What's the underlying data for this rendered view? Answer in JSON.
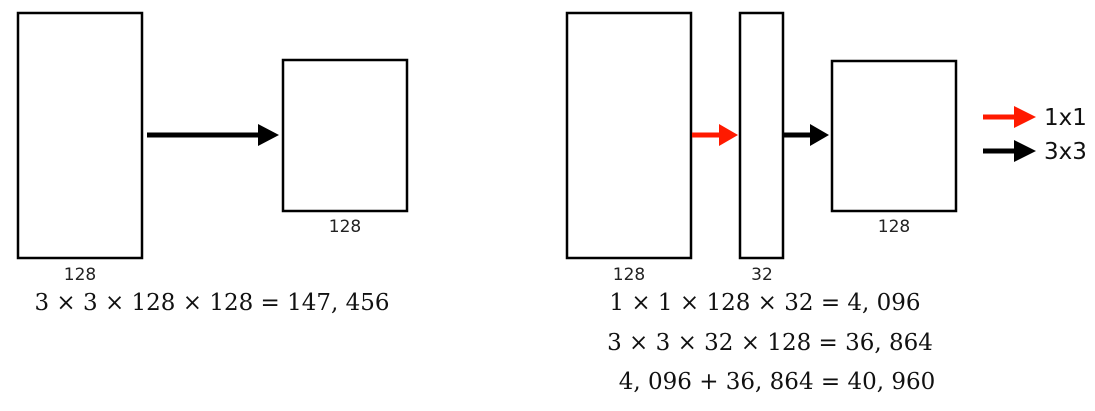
{
  "left_diagram": {
    "input_label": "128",
    "output_label": "128",
    "formula": "3 × 3 × 128 × 128 = 147, 456"
  },
  "right_diagram": {
    "input_label": "128",
    "bottleneck_label": "32",
    "output_label": "128",
    "formulas": [
      "1 × 1 × 128 × 32 = 4, 096",
      "3 × 3 × 32 × 128 = 36, 864",
      "4, 096 + 36, 864 = 40, 960"
    ]
  },
  "legend": {
    "items": [
      {
        "label": "1x1",
        "color": "#ff1a00",
        "kind": "1x1 convolution arrow"
      },
      {
        "label": "3x3",
        "color": "#000000",
        "kind": "3x3 convolution arrow"
      }
    ]
  }
}
